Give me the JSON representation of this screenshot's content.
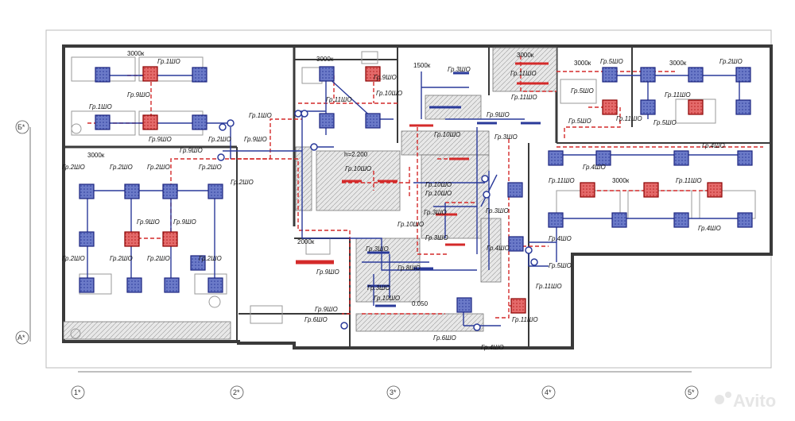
{
  "group_labels": {
    "g1": "Гр.1ШО",
    "g2": "Гр.2ШО",
    "g3": "Гр.3ШО",
    "g4": "Гр.4ШО",
    "g5": "Гр.5ШО",
    "g6": "Гр.6ШО",
    "g8": "Гр.8ШО",
    "g9": "Гр.9ШО",
    "g10": "Гр.10ШО",
    "g11": "Гр.11ШО"
  },
  "lux": {
    "l3000": "3000к",
    "l2000": "2000к",
    "l1500": "1500к"
  },
  "height_label": "h=2.200",
  "level_label": "0.050",
  "axes_rows": [
    "Б*",
    "А*"
  ],
  "axes_cols": [
    "1*",
    "2*",
    "3*",
    "4*",
    "5*"
  ],
  "watermark": "Avito",
  "colors": {
    "emergency": "#d42a2a",
    "working": "#2a3a9a",
    "wall": "#3a3a3a",
    "hatch": "#cfcfcf"
  }
}
